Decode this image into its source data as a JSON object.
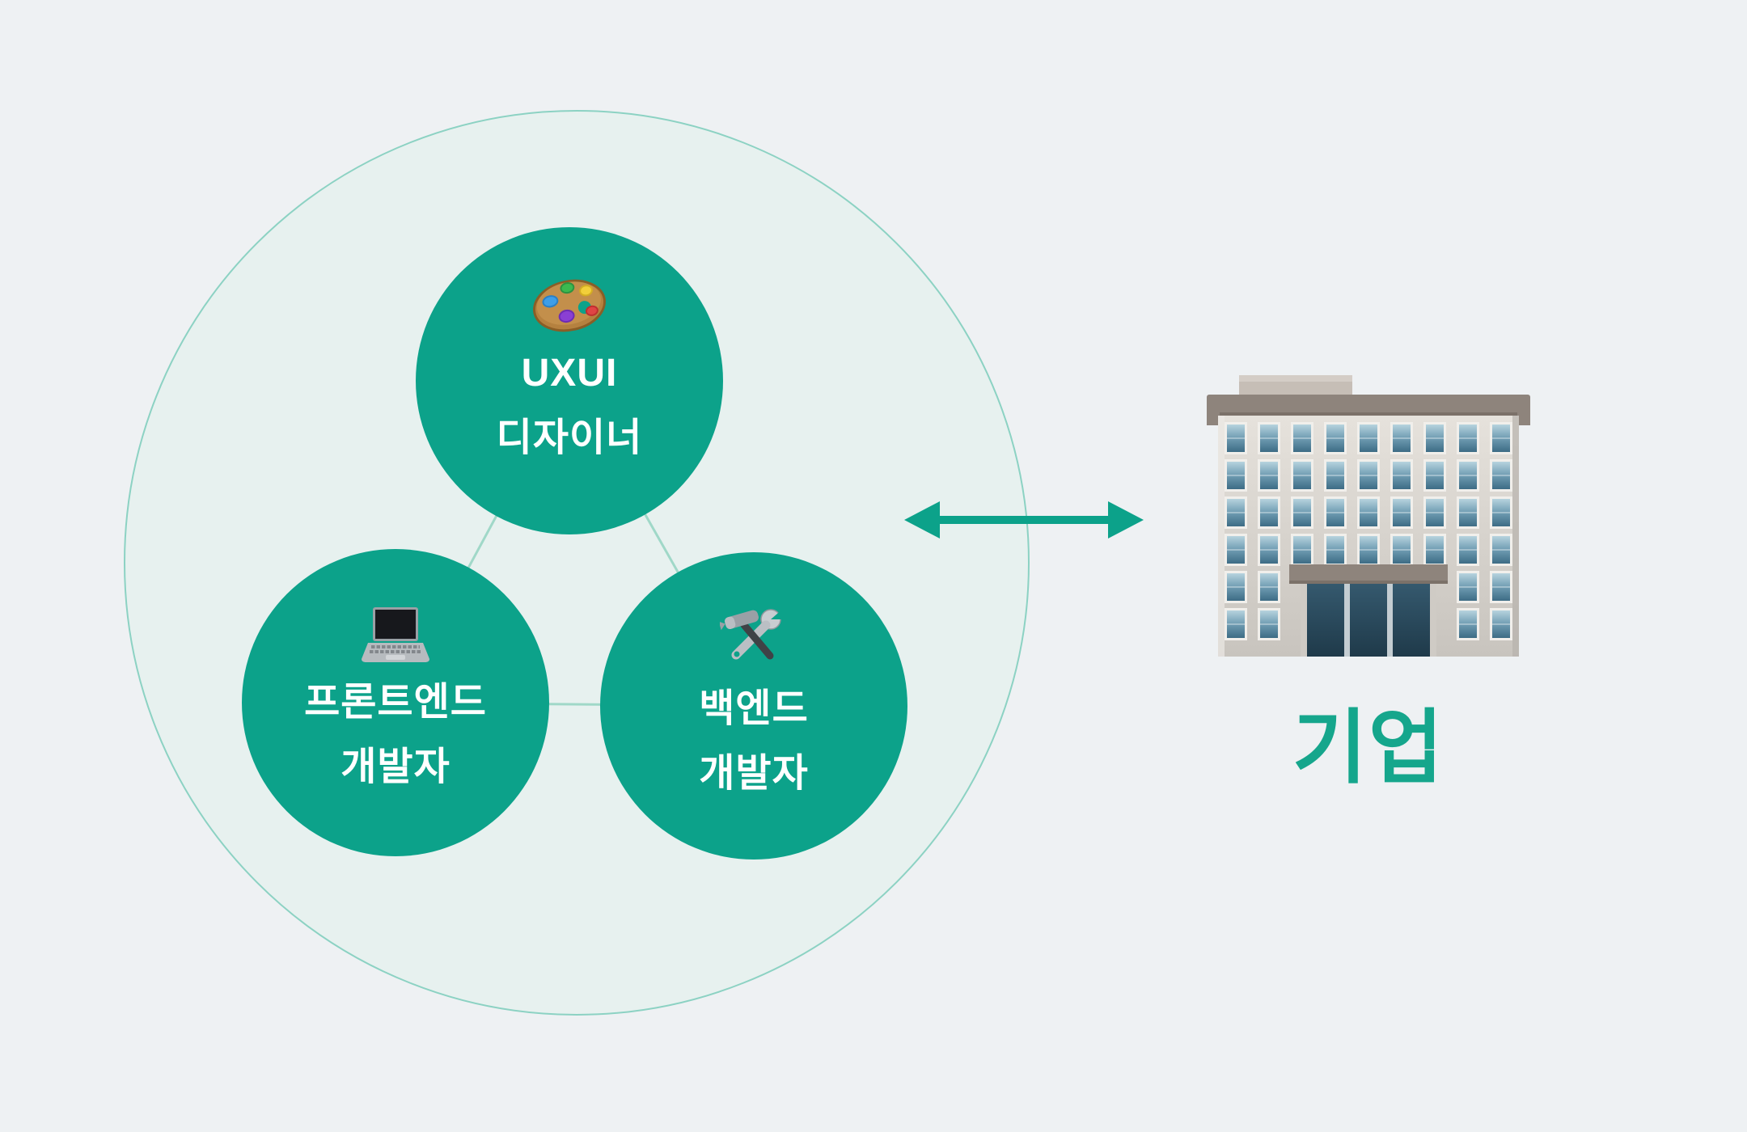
{
  "page": {
    "background_color": "#EEF1F3"
  },
  "team_group": {
    "boundary_fill": "#E7F1EF",
    "boundary_border": "#8CD2C3",
    "connector_color": "#A0D8C8",
    "member_circle_color": "#0CA28A",
    "member_text_color": "#FFFFFF",
    "members": [
      {
        "icon": "palette-icon",
        "line1": "UXUI",
        "line2": "디자이너"
      },
      {
        "icon": "laptop-icon",
        "line1": "프론트엔드",
        "line2": "개발자"
      },
      {
        "icon": "hammer-wrench-icon",
        "line1": "백엔드",
        "line2": "개발자"
      }
    ]
  },
  "relation": {
    "arrow_color": "#0CA28A",
    "arrow_style": "double-headed"
  },
  "company": {
    "icon": "office-building-icon",
    "label": "기업",
    "label_color": "#15A68C"
  }
}
